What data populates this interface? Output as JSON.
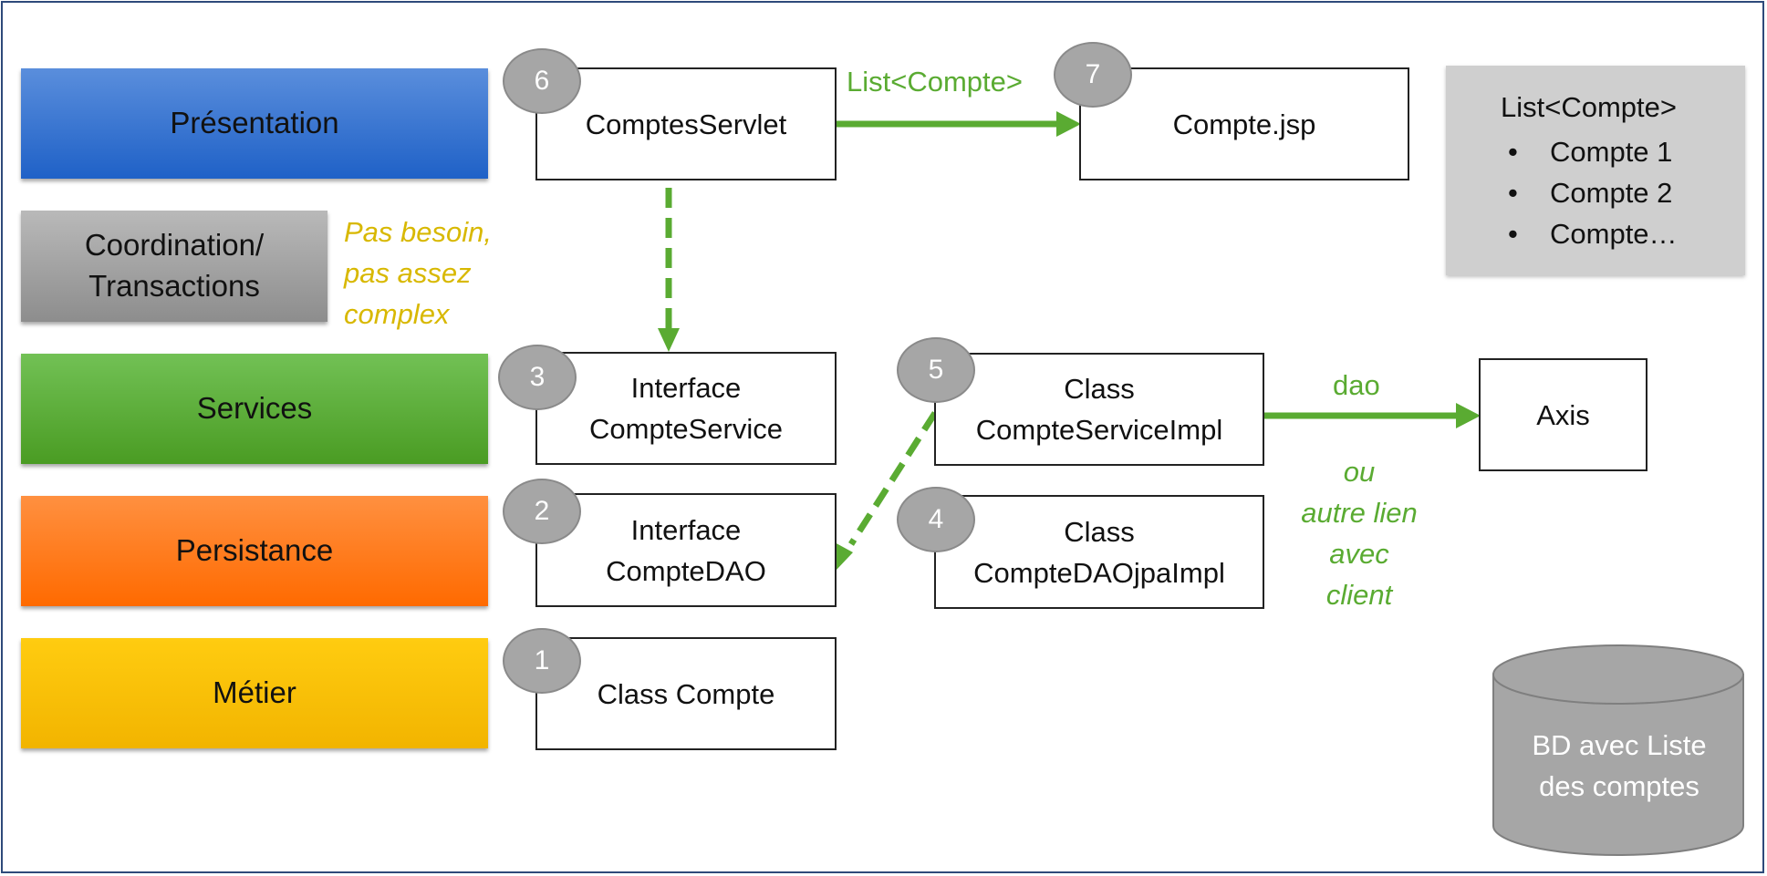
{
  "layers": {
    "presentation": "Présentation",
    "coordination_line1": "Coordination/",
    "coordination_line2": "Transactions",
    "services": "Services",
    "persistance": "Persistance",
    "metier": "Métier"
  },
  "notes": {
    "coordination_line1": "Pas besoin,",
    "coordination_line2": "pas assez",
    "coordination_line3": "complex",
    "link_line1": "ou",
    "link_line2": "autre lien",
    "link_line3": "avec",
    "link_line4": "client"
  },
  "boxes": {
    "servlet": "ComptesServlet",
    "jsp": "Compte.jsp",
    "interface_service_line1": "Interface",
    "interface_service_line2": "CompteService",
    "class_service_line1": "Class",
    "class_service_line2": "CompteServiceImpl",
    "axis": "Axis",
    "interface_dao_line1": "Interface",
    "interface_dao_line2": "CompteDAO",
    "class_dao_line1": "Class",
    "class_dao_line2": "CompteDAOjpaImpl",
    "class_compte": "Class Compte"
  },
  "steps": {
    "servlet": "6",
    "jsp": "7",
    "interface_service": "3",
    "class_service": "5",
    "interface_dao": "2",
    "class_dao": "4",
    "class_compte": "1"
  },
  "edge_labels": {
    "servlet_to_jsp": "List<Compte>",
    "service_to_axis": "dao"
  },
  "list_panel": {
    "title": "List<Compte>",
    "bullet": "•",
    "items": [
      "Compte 1",
      "Compte 2",
      "Compte…"
    ]
  },
  "database": {
    "line1": "BD avec Liste",
    "line2": "des comptes"
  },
  "colors": {
    "arrow_green": "#5aab32",
    "presentation": "#1f61c7",
    "coordination": "#9e9e9e",
    "services": "#4a9c23",
    "persistance": "#ff6a00",
    "metier": "#f2b400",
    "note_yellow": "#d8b800",
    "step_circle": "#a6a6a6",
    "database": "#a6a6a6"
  }
}
